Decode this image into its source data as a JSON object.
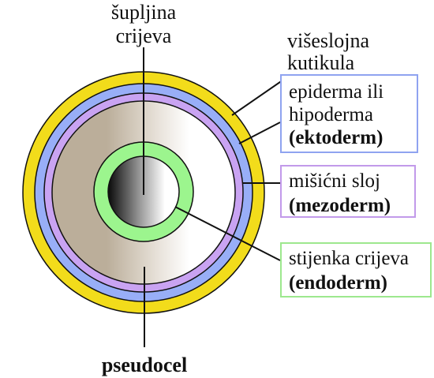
{
  "labels": {
    "cavity_line1": "šupljina",
    "cavity_line2": "crijeva",
    "cuticle_line1": "višeslojna",
    "cuticle_line2": "kutikula",
    "epidermis_line1": "epiderma ili",
    "epidermis_line2": "hipoderma",
    "epidermis_line3": "(ektoderm)",
    "muscle_line1": "mišićni sloj",
    "muscle_line2": "(mezoderm)",
    "gut_wall_line1": "stijenka crijeva",
    "gut_wall_line2": "(endoderm)",
    "pseudocoel": "pseudocel"
  },
  "colors": {
    "cuticle": "#F2DC1B",
    "epidermis": "#98AEF7",
    "muscle": "#C9A3F2",
    "gut_wall": "#9CF58E",
    "pseudocoel_dark": "#B9AC98",
    "box_blue": "#8FA3F0",
    "box_purple": "#C29AEA",
    "box_green": "#9DE88E"
  }
}
